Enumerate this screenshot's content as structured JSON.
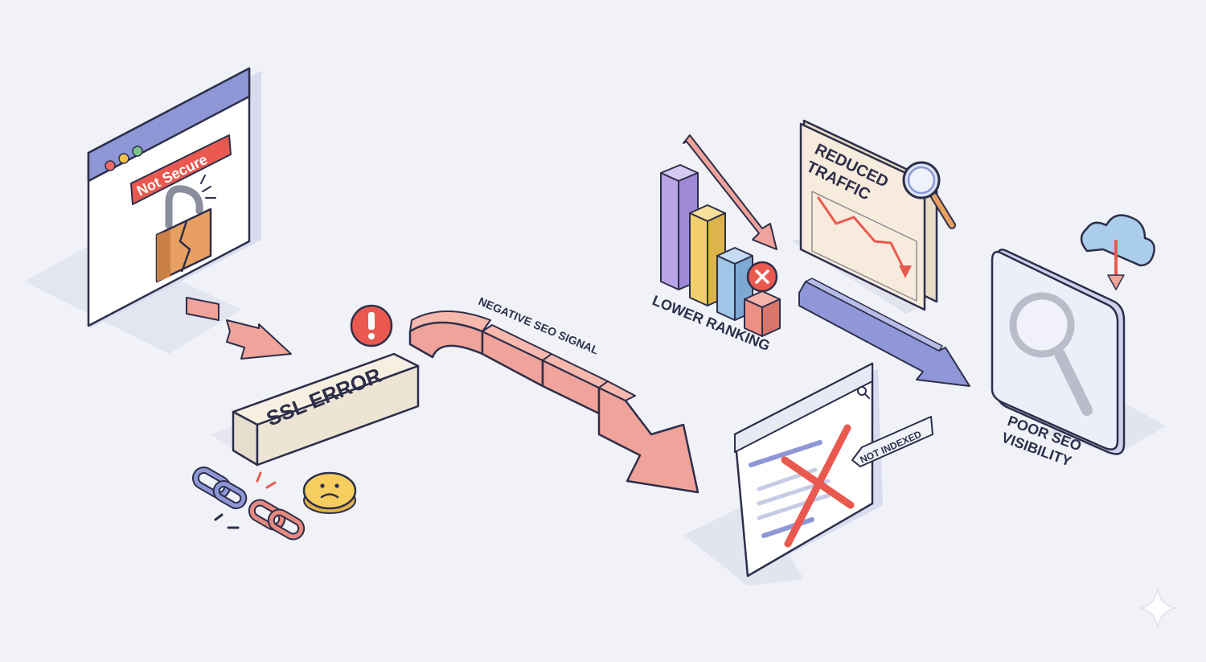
{
  "labels": {
    "not_secure": "Not Secure",
    "ssl_error": "SSL ERROR",
    "negative_seo_signal": "NEGATIVE SEO SIGNAL",
    "lower_ranking": "LOWER RANKING",
    "reduced_traffic": "REDUCED TRAFFIC",
    "not_indexed": "NOT INDEXED",
    "poor_seo_visibility": "POOR SEO VISIBILITY"
  },
  "icons": [
    "browser-window-icon",
    "broken-padlock-icon",
    "warning-icon",
    "broken-link-icon",
    "sad-face-icon",
    "bar-chart-icon",
    "magnifier-icon",
    "cloud-download-icon",
    "cross-icon",
    "sparkle-icon"
  ],
  "colors": {
    "background": "#f1f2f8",
    "accent_red": "#e45c5c",
    "arrow_salmon": "#f0a39a",
    "arrow_blue": "#8f97d8",
    "window_frame": "#8e97d6",
    "bar_purple": "#b9a5e6",
    "bar_yellow": "#f2cf6a",
    "bar_blue": "#9fc6e8",
    "bar_red": "#ec8f85",
    "panel_cream": "#f7ebdd",
    "ink": "#2d2f4a"
  }
}
